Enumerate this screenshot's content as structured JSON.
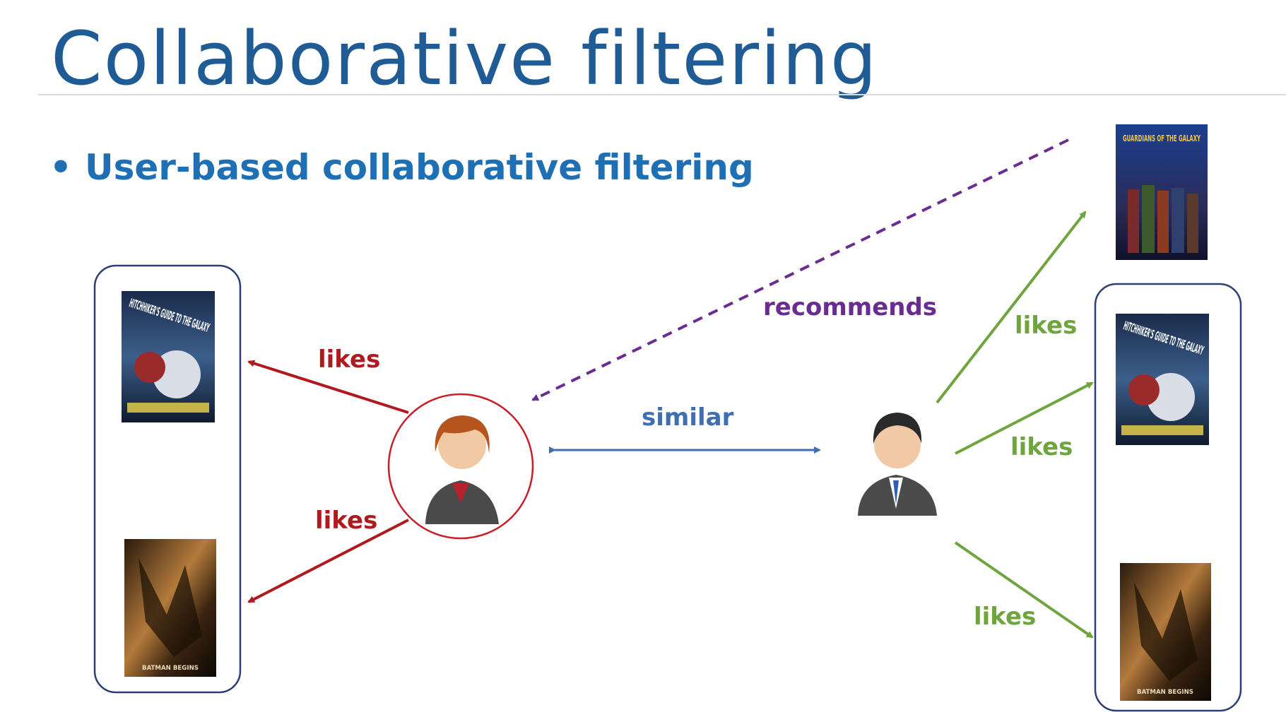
{
  "slide": {
    "title": "Collaborative filtering",
    "bullet": "User-based collaborative filtering"
  },
  "diagram": {
    "labels": {
      "recommends": "recommends",
      "similar": "similar",
      "likes": "likes"
    },
    "colors": {
      "title": "#1f5c96",
      "bullet": "#1f6fb5",
      "left_arrows": "#b01a1f",
      "right_arrows": "#6fa53e",
      "similar_arrow": "#3f6fb0",
      "recommend_arrow": "#6a2c91",
      "box_border": "#2c3e73"
    },
    "icons": {
      "active_user": "female-user-icon",
      "similar_user": "male-user-icon"
    },
    "posters": {
      "hitchhiker": "HITCHHIKER'S GUIDE TO THE GALAXY",
      "guardians": "GUARDIANS OF THE GALAXY",
      "batman": "BATMAN BEGINS"
    }
  }
}
